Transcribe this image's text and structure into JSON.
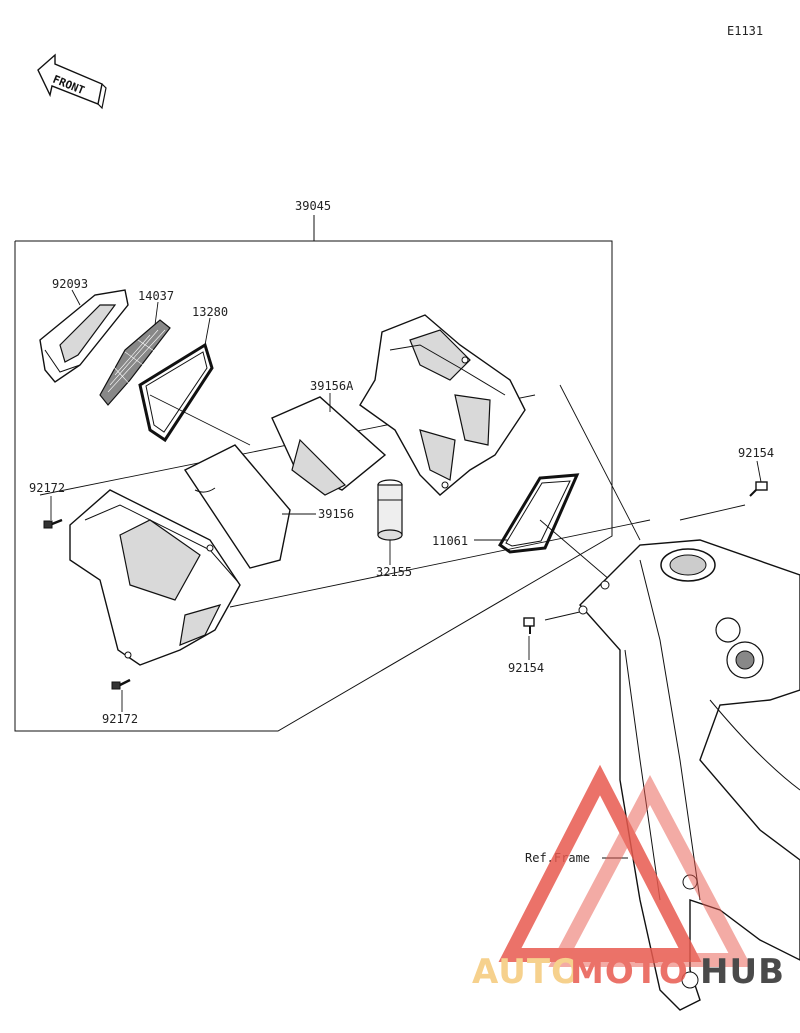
{
  "diagram_code": "E1131",
  "front_label": "FRONT",
  "assembly_label": "39045",
  "parts": {
    "p92093": "92093",
    "p14037": "14037",
    "p13280": "13280",
    "p39156A": "39156A",
    "p39156": "39156",
    "p32155": "32155",
    "p11061": "11061",
    "p92172_top": "92172",
    "p92172_bottom": "92172",
    "p92154_right": "92154",
    "p92154_mid": "92154"
  },
  "ref_frame": "Ref.Frame",
  "watermark": {
    "text_auto": "AUTO",
    "text_moto": "MOTO",
    "text_hub": "HUB",
    "color_auto": "#f5c97a",
    "color_moto": "#e85a4f",
    "color_hub": "#2b2b2b"
  }
}
